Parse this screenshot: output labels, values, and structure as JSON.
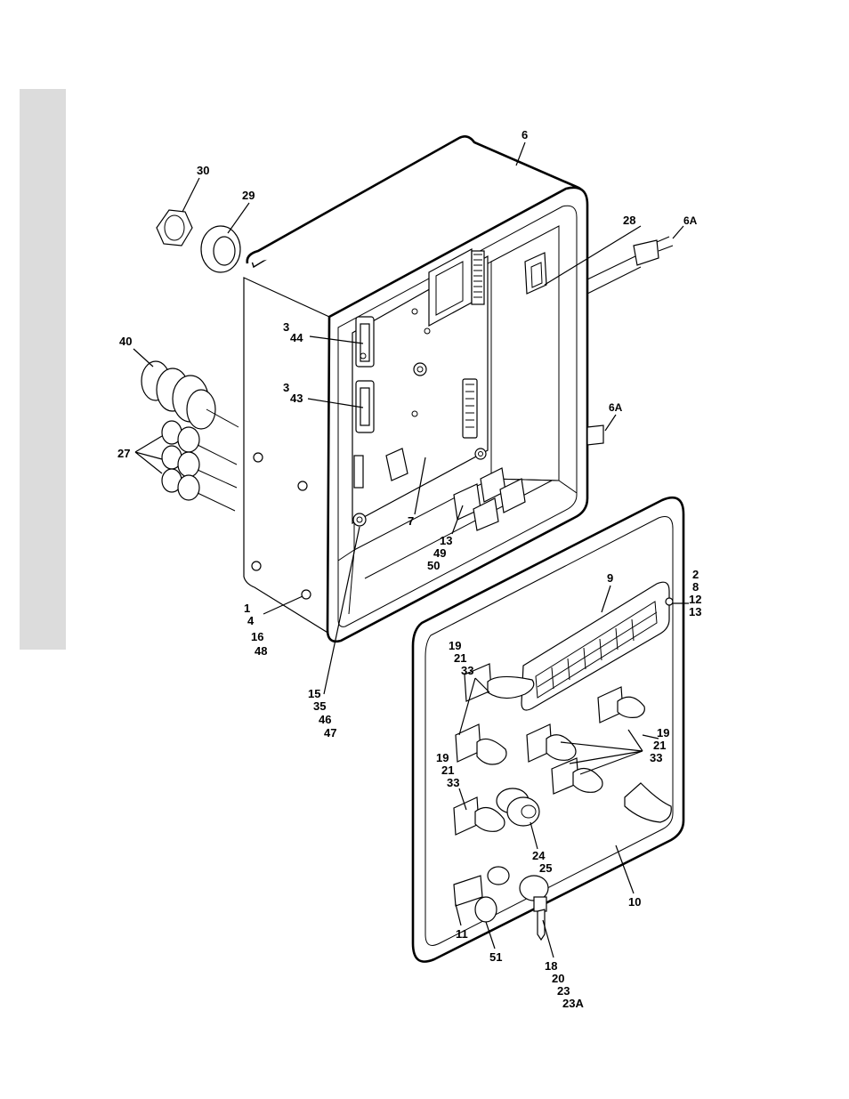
{
  "callouts": {
    "c6": "6",
    "c30": "30",
    "c29": "29",
    "c28": "28",
    "c6a_top": "6A",
    "c40": "40",
    "c3_a": "3",
    "c44": "44",
    "c3_b": "3",
    "c43": "43",
    "c6a_mid": "6A",
    "c27": "27",
    "c7": "7",
    "c13_a": "13",
    "c49": "49",
    "c50": "50",
    "c2": "2",
    "c8": "8",
    "c12": "12",
    "c13_b": "13",
    "c9": "9",
    "c1": "1",
    "c4": "4",
    "c16": "16",
    "c48": "48",
    "c19_a": "19",
    "c21_a": "21",
    "c33_a": "33",
    "c15": "15",
    "c35": "35",
    "c46": "46",
    "c47": "47",
    "c19_b": "19",
    "c21_b": "21",
    "c33_b": "33",
    "c19_c": "19",
    "c21_c": "21",
    "c33_c": "33",
    "c24": "24",
    "c25": "25",
    "c10": "10",
    "c11": "11",
    "c51": "51",
    "c18": "18",
    "c20": "20",
    "c23": "23",
    "c23a": "23A"
  }
}
